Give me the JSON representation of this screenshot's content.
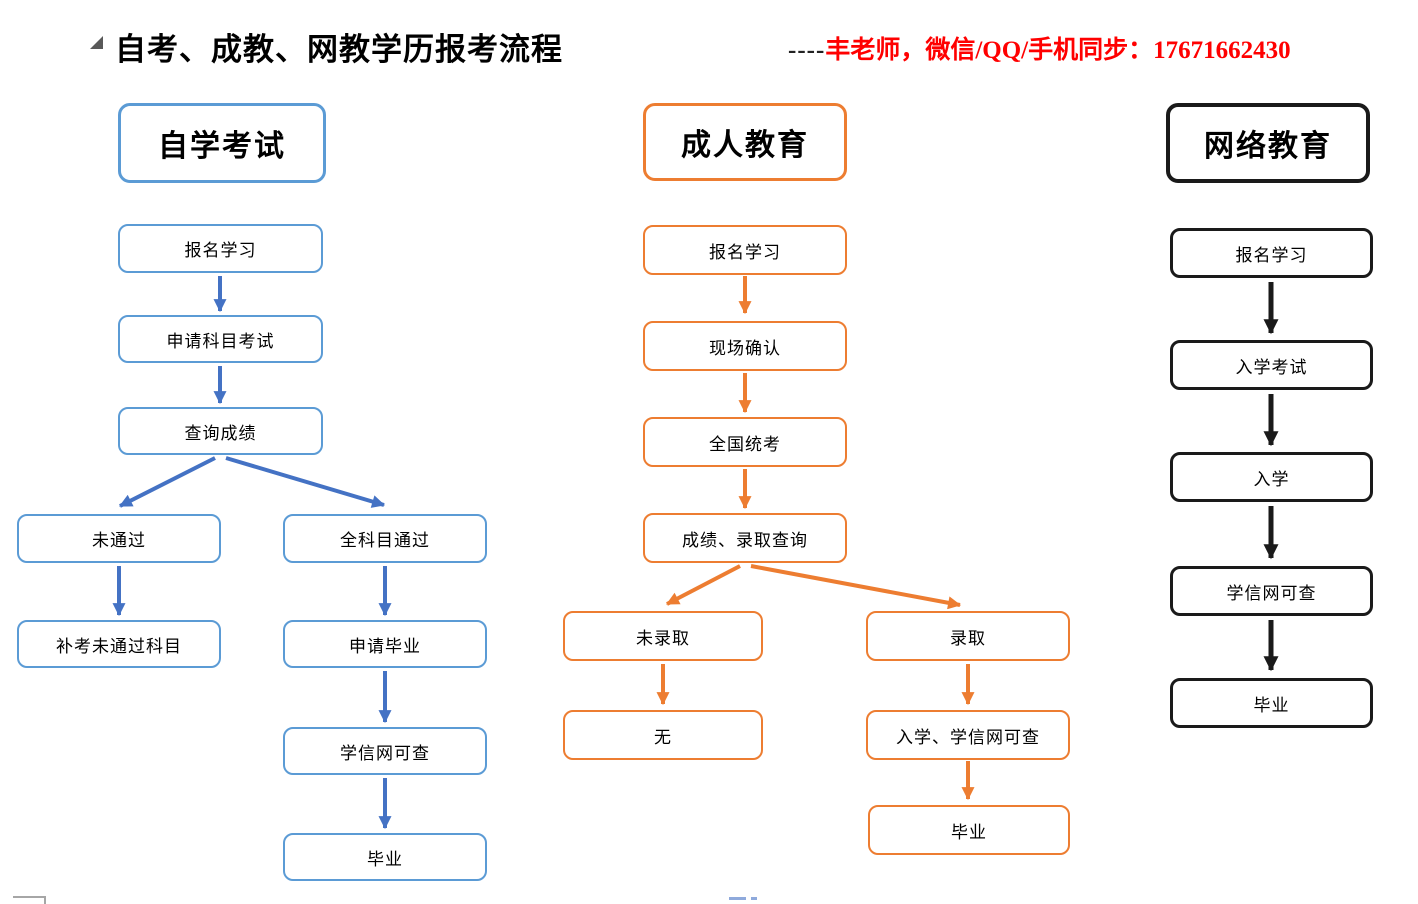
{
  "header": {
    "title": "自考、成教、网教学历报考流程",
    "contact_dashes": "----",
    "contact_text": "丰老师，微信/QQ/手机同步：17671662430"
  },
  "colors": {
    "self_exam_border": "#5B9BD5",
    "self_exam_arrow": "#4472C4",
    "adult_edu": "#ED7D31",
    "network_edu": "#1A1A1A",
    "contact_red": "#FF0000",
    "collapse_gray": "#595959",
    "cropped_gray": "#A6A6A6",
    "faint_blue": "#8FAADC"
  },
  "icons": {
    "outline_collapse": "gray triangle"
  },
  "flows": [
    {
      "header": "自学考试",
      "nodes": [
        {
          "label": "报名学习"
        },
        {
          "label": "申请科目考试"
        },
        {
          "label": "查询成绩"
        },
        {
          "label": "未通过"
        },
        {
          "label": "全科目通过"
        },
        {
          "label": "补考未通过科目"
        },
        {
          "label": "申请毕业"
        },
        {
          "label": "学信网可查"
        },
        {
          "label": "毕业"
        }
      ]
    },
    {
      "header": "成人教育",
      "nodes": [
        {
          "label": "报名学习"
        },
        {
          "label": "现场确认"
        },
        {
          "label": "全国统考"
        },
        {
          "label": "成绩、录取查询"
        },
        {
          "label": "未录取"
        },
        {
          "label": "录取"
        },
        {
          "label": "无"
        },
        {
          "label": "入学、学信网可查"
        },
        {
          "label": "毕业"
        }
      ]
    },
    {
      "header": "网络教育",
      "nodes": [
        {
          "label": "报名学习"
        },
        {
          "label": "入学考试"
        },
        {
          "label": "入学"
        },
        {
          "label": "学信网可查"
        },
        {
          "label": "毕业"
        }
      ]
    }
  ]
}
